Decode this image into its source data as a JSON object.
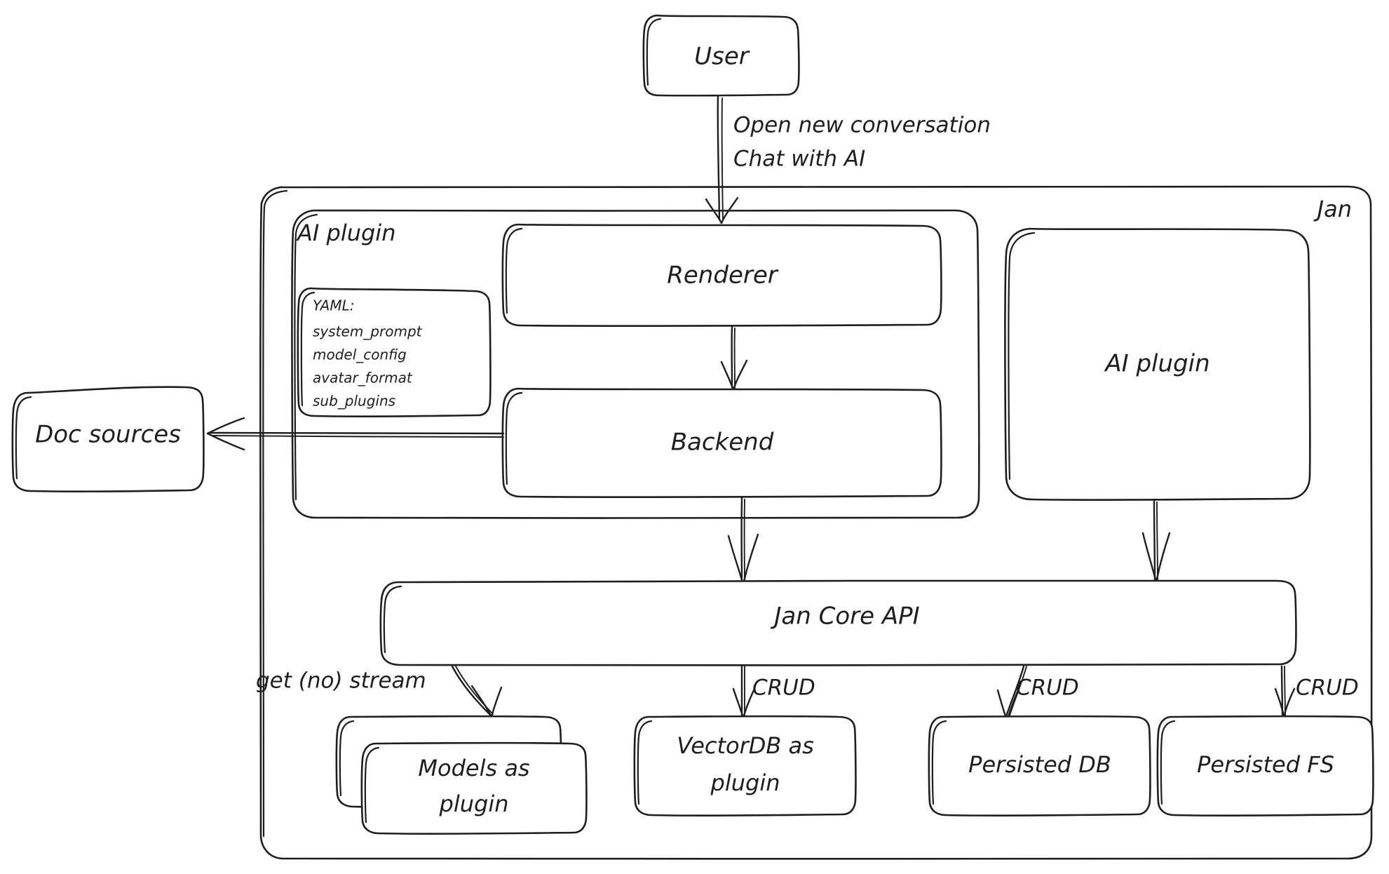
{
  "diagram": {
    "title": "Jan architecture diagram",
    "style": "hand-drawn",
    "stroke_color": "#1e1e1e",
    "background_color": "#ffffff"
  },
  "nodes": {
    "user": {
      "label": "User"
    },
    "jan_container": {
      "label": "Jan"
    },
    "ai_plugin_container": {
      "label": "AI plugin"
    },
    "yaml_box": {
      "title": "YAML:",
      "lines": [
        "system_prompt",
        "model_config",
        "avatar_format",
        "sub_plugins"
      ]
    },
    "renderer": {
      "label": "Renderer"
    },
    "backend": {
      "label": "Backend"
    },
    "ai_plugin_right": {
      "label": "AI plugin"
    },
    "doc_sources": {
      "label": "Doc sources"
    },
    "jan_core_api": {
      "label": "Jan Core API"
    },
    "models_plugin": {
      "label_line1": "Models as",
      "label_line2": "plugin"
    },
    "vectordb_plugin": {
      "label_line1": "VectorDB as",
      "label_line2": "plugin"
    },
    "persisted_db": {
      "label": "Persisted DB"
    },
    "persisted_fs": {
      "label": "Persisted FS"
    }
  },
  "edges": {
    "user_to_renderer": {
      "from": "user",
      "to": "renderer",
      "label_line1": "Open new conversation",
      "label_line2": "Chat with AI"
    },
    "renderer_to_backend": {
      "from": "renderer",
      "to": "backend",
      "label": ""
    },
    "backend_to_doc_sources": {
      "from": "backend",
      "to": "doc_sources",
      "label": ""
    },
    "backend_to_core": {
      "from": "backend",
      "to": "jan_core_api",
      "label": ""
    },
    "ai_plugin_to_core": {
      "from": "ai_plugin_right",
      "to": "jan_core_api",
      "label": ""
    },
    "core_to_models": {
      "from": "jan_core_api",
      "to": "models_plugin",
      "label": "get (no) stream"
    },
    "core_to_vectordb": {
      "from": "jan_core_api",
      "to": "vectordb_plugin",
      "label": "CRUD"
    },
    "core_to_db": {
      "from": "jan_core_api",
      "to": "persisted_db",
      "label": "CRUD"
    },
    "core_to_fs": {
      "from": "jan_core_api",
      "to": "persisted_fs",
      "label": "CRUD"
    }
  }
}
